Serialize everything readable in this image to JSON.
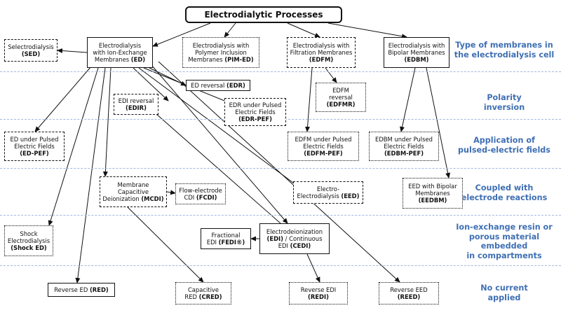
{
  "title": "Electrodialytic Processes",
  "row_labels": [
    "Type of membranes in\nthe electrodialysis cell",
    "Polarity\ninversion",
    "Application of\npulsed-electric fields",
    "Coupled with\nelectrode reactions",
    "Ion-exchange resin or\nporous material embedded\nin compartments",
    "No current\napplied"
  ],
  "nodes": {
    "root": {
      "lines": [
        "Electrodialytic Processes"
      ]
    },
    "sed": {
      "lines": [
        "Selectrodialysis",
        "(SED)"
      ]
    },
    "ed": {
      "lines": [
        "Electrodialysis",
        "with Ion-Exchange",
        "Membranes (ED)"
      ]
    },
    "pimed": {
      "lines": [
        "Electrodialysis with",
        "Polymer Inclusion",
        "Membranes (PIM-ED)"
      ]
    },
    "edfm": {
      "lines": [
        "Electrodialysis with",
        "Filtration Membranes",
        "(EDFM)"
      ]
    },
    "edbm": {
      "lines": [
        "Electrodialysis with",
        "Bipolar Membranes",
        "(EDBM)"
      ]
    },
    "edr": {
      "lines": [
        "ED reversal (EDR)"
      ]
    },
    "edir": {
      "lines": [
        "EDI reversal",
        "(EDIR)"
      ]
    },
    "edrpef": {
      "lines": [
        "EDR under Pulsed",
        "Electric Fields",
        "(EDR-PEF)"
      ]
    },
    "edfmr": {
      "lines": [
        "EDFM",
        "reversal",
        "(EDFMR)"
      ]
    },
    "edpef": {
      "lines": [
        "ED under Pulsed",
        "Electric Fields",
        "(ED-PEF)"
      ]
    },
    "edfmpef": {
      "lines": [
        "EDFM under Pulsed",
        "Electric Fields",
        "(EDFM-PEF)"
      ]
    },
    "edbmpef": {
      "lines": [
        "EDBM under Pulsed",
        "Electric Fields",
        "(EDBM-PEF)"
      ]
    },
    "mcdi": {
      "lines": [
        "Membrane",
        "Capacitive",
        "Deionization (MCDI)"
      ]
    },
    "fcdi": {
      "lines": [
        "Flow-electrode",
        "CDI (FCDI)"
      ]
    },
    "eed": {
      "lines": [
        "Electro-",
        "Electrodialysis (EED)"
      ]
    },
    "eedbm": {
      "lines": [
        "EED with Bipolar",
        "Membranes",
        "(EEDBM)"
      ]
    },
    "shocked": {
      "lines": [
        "Shock",
        "Electrodialysis",
        "(Shock ED)"
      ]
    },
    "fedi": {
      "lines": [
        "Fractional",
        "EDI (FEDI®)"
      ]
    },
    "edi": {
      "lines": [
        "Electrodeionization",
        "(EDI) / Continuous",
        "EDI (CEDI)"
      ]
    },
    "red": {
      "lines": [
        "Reverse ED (RED)"
      ]
    },
    "cred": {
      "lines": [
        "Capacitive",
        "RED (CRED)"
      ]
    },
    "redi": {
      "lines": [
        "Reverse EDI",
        "(REDI)"
      ]
    },
    "reed": {
      "lines": [
        "Reverse EED",
        "(REED)"
      ]
    }
  }
}
